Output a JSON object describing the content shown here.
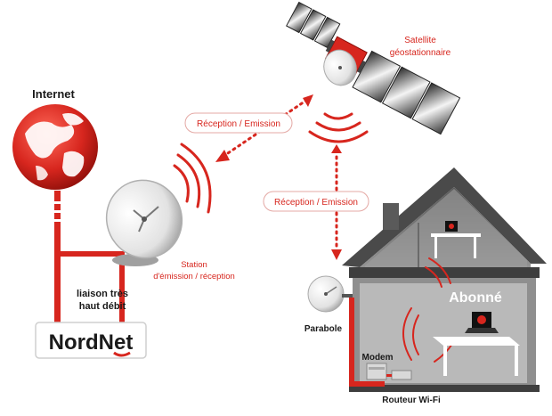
{
  "labels": {
    "internet": "Internet",
    "satellite_line1": "Satellite",
    "satellite_line2": "géostationnaire",
    "reception_emission_left": "Réception / Emission",
    "reception_emission_right": "Réception / Emission",
    "station_line1": "Station",
    "station_line2": "d'émission / réception",
    "liaison_line1": "liaison très",
    "liaison_line2": "haut débit",
    "nordnet": "NordNet",
    "abonne": "Abonné",
    "parabole": "Parabole",
    "modem": "Modem",
    "routeur": "Routeur Wi-Fi"
  },
  "colors": {
    "accent_red": "#d7261e",
    "dark_text": "#1a1a1a",
    "house_dark": "#4a4a4a",
    "house_light": "#8a8a8a"
  }
}
